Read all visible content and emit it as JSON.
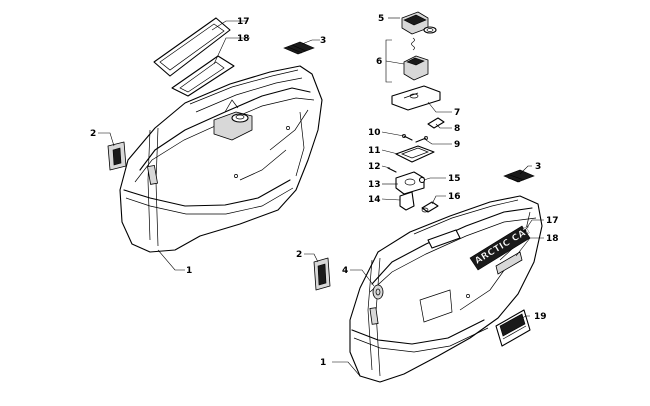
{
  "callouts": {
    "left_1": "1",
    "left_2": "2",
    "left_3": "3",
    "left_17": "17",
    "left_18": "18",
    "top_5": "5",
    "top_6": "6",
    "top_7": "7",
    "top_8": "8",
    "top_9": "9",
    "top_10": "10",
    "top_11": "11",
    "top_12": "12",
    "top_13": "13",
    "top_14": "14",
    "top_15": "15",
    "top_16": "16",
    "right_1": "1",
    "right_2": "2",
    "right_3": "3",
    "right_4": "4",
    "right_17": "17",
    "right_18": "18",
    "right_19": "19"
  },
  "decal_text": "ARCTIC CAT"
}
